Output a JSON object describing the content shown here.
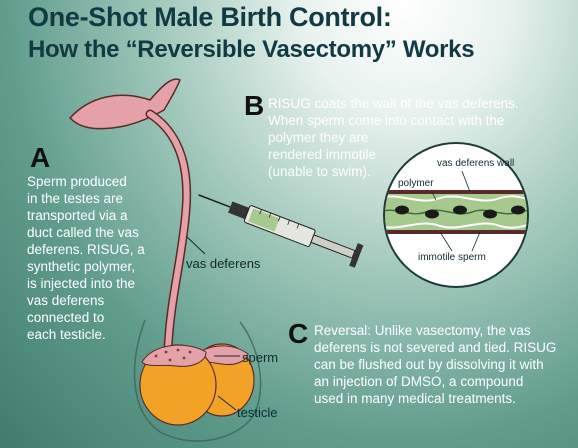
{
  "title": {
    "main": "One-Shot Male Birth Control:",
    "sub": "How the “Reversible Vasectomy” Works"
  },
  "sections": {
    "a": {
      "letter": "A",
      "lines": [
        "Sperm produced",
        "in the testes are",
        "transported via a",
        "duct called the vas",
        "deferens. RISUG, a",
        "synthetic polymer,",
        "is injected into the",
        "vas deferens",
        "connected to",
        "each testicle."
      ]
    },
    "b": {
      "letter": "B",
      "lines": [
        "RISUG coats the wall of the vas deferens.",
        "When sperm come into contact with the",
        "polymer they are",
        "rendered immotile",
        "(unable to swim)."
      ]
    },
    "c": {
      "letter": "C",
      "lines": [
        "Reversal: Unlike vasectomy, the vas",
        "deferens is not severed and tied. RISUG",
        "can be flushed out by dissolving it with",
        "an injection of DMSO, a compound",
        "used in many medical treatments."
      ]
    }
  },
  "labels": {
    "vas_deferens": "vas deferens",
    "sperm": "sperm",
    "testicle": "testicle",
    "vas_deferens_wall": "vas deferens wall",
    "polymer": "polymer",
    "immotile_sperm": "immotile sperm"
  },
  "colors": {
    "duct_pink": "#e4a1a8",
    "duct_outline": "#5a2a2a",
    "testicle_orange": "#f3a228",
    "polymer_green": "#a6c98e",
    "background_teal": "#5f9c8c",
    "title_navy": "#123a44"
  }
}
